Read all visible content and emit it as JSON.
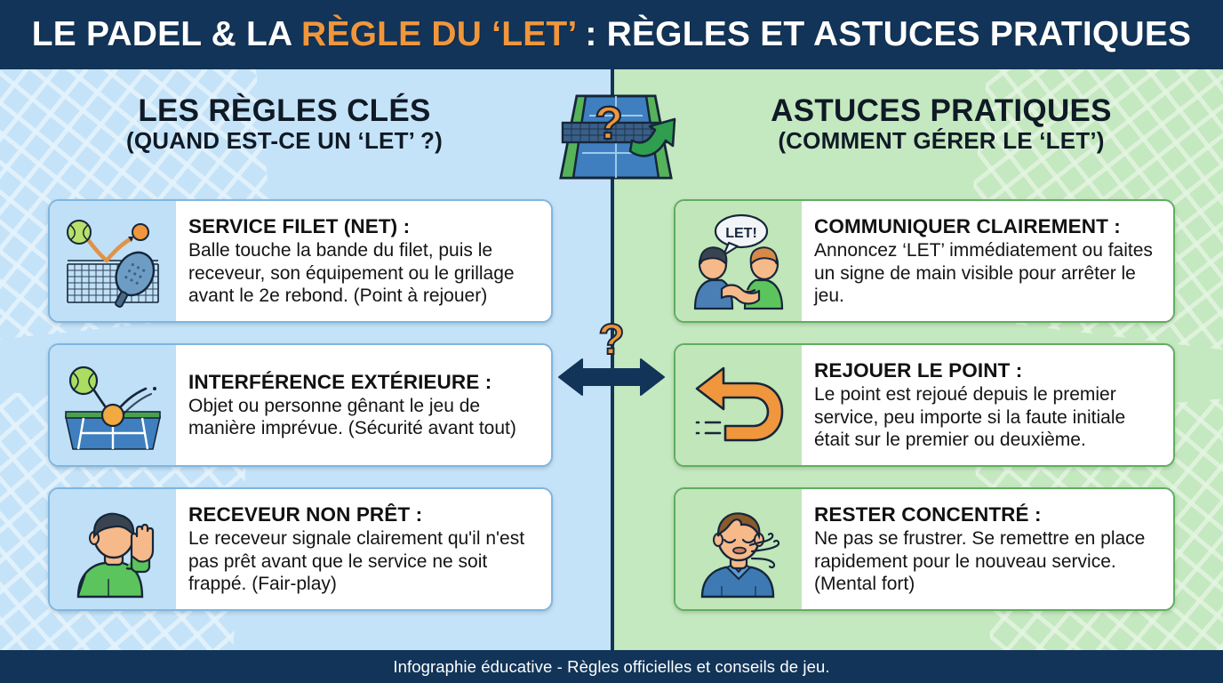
{
  "header": {
    "title_part1": "LE PADEL & LA ",
    "title_accent": "RÈGLE DU ‘LET’",
    "title_part2": " : RÈGLES ET ASTUCES PRATIQUES",
    "bg_color": "#123458",
    "accent_color": "#f0963c"
  },
  "left_column": {
    "heading_line1": "LES RÈGLES CLÉS",
    "heading_line2": "(QUAND EST-CE UN ‘LET’ ?)",
    "bg_color": "#c5e3f8",
    "cards": [
      {
        "icon": "net-ball-racket-icon",
        "title": "SERVICE FILET (NET) :",
        "text": "Balle touche la bande du filet, puis le receveur, son équipement ou le grillage avant le 2e rebond. (Point à rejouer)"
      },
      {
        "icon": "ball-bounce-court-icon",
        "title": "INTERFÉRENCE EXTÉRIEURE :",
        "text": "Objet ou personne gênant le jeu de manière imprévue. (Sécurité avant tout)"
      },
      {
        "icon": "player-raised-hand-icon",
        "title": "RECEVEUR NON PRÊT :",
        "text": "Le receveur signale clairement qu'il n'est pas prêt avant que le service ne soit frappé. (Fair-play)"
      }
    ]
  },
  "right_column": {
    "heading_line1": "ASTUCES PRATIQUES",
    "heading_line2": "(COMMENT GÉRER LE ‘LET’)",
    "bg_color": "#c4e8bf",
    "cards": [
      {
        "icon": "handshake-let-bubble-icon",
        "bubble_text": "LET!",
        "title": "COMMUNIQUER CLAIREMENT :",
        "text": "Annoncez ‘LET’ immédiatement ou faites un signe de main visible pour arrêter le jeu."
      },
      {
        "icon": "replay-uturn-arrow-icon",
        "title": "REJOUER LE POINT :",
        "text": "Le point est rejoué depuis le premier service, peu importe si la faute initiale était sur le premier ou deuxième."
      },
      {
        "icon": "player-breathing-calm-icon",
        "title": "RESTER CONCENTRÉ :",
        "text": "Ne pas se frustrer. Se remettre en place rapidement pour le nouveau service. (Mental fort)"
      }
    ]
  },
  "center": {
    "court_icon": "padel-court-question-arrow-icon",
    "arrows_icon": "double-arrow-question-icon",
    "question_mark": "?",
    "divider_color": "#123458"
  },
  "footer": {
    "text": "Infographie éducative - Règles officielles et conseils de jeu.",
    "bg_color": "#123458"
  }
}
